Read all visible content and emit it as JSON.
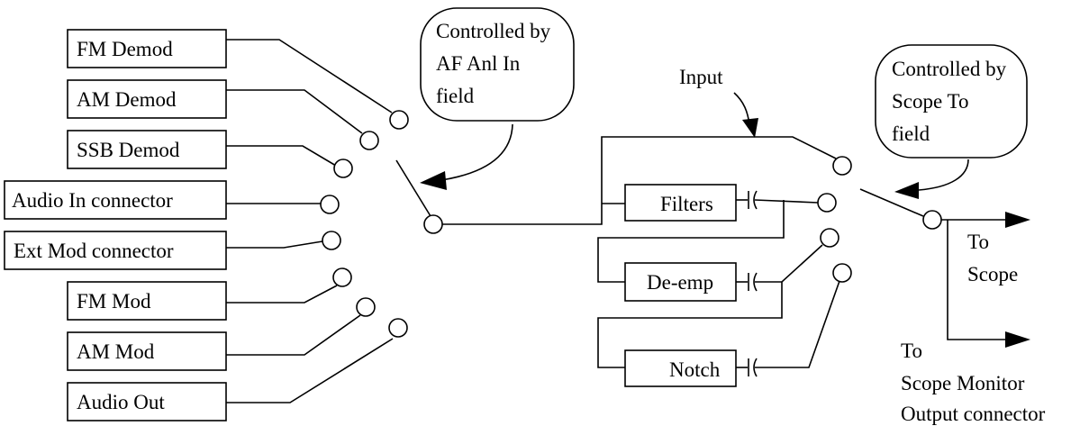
{
  "left_sources": [
    "FM Demod",
    "AM Demod",
    "SSB Demod",
    "Audio In connector",
    "Ext Mod connector",
    "FM Mod",
    "AM Mod",
    "Audio Out"
  ],
  "filter_blocks": [
    "Filters",
    "De-emp",
    "Notch"
  ],
  "callouts": {
    "af_anl": [
      "Controlled by",
      "AF Anl In",
      "field"
    ],
    "scope_to": [
      "Controlled by",
      "Scope To",
      "field"
    ]
  },
  "input_label": "Input",
  "outputs": {
    "scope": [
      "To",
      "Scope"
    ],
    "monitor": [
      "To",
      "Scope Monitor",
      "Output connector"
    ]
  }
}
